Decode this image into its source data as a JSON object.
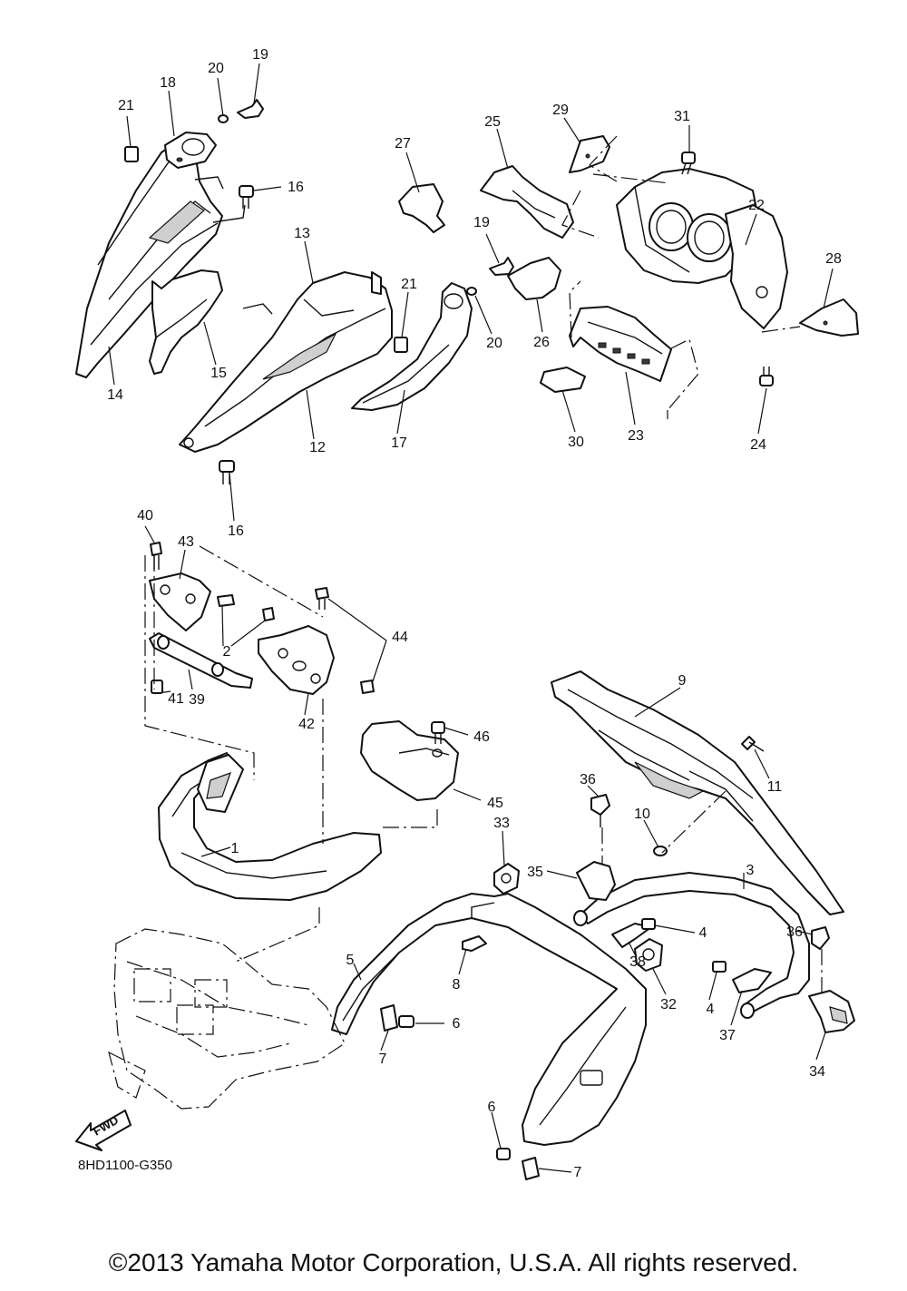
{
  "diagram": {
    "code": "8HD1100-G350",
    "fwd_label": "FWD",
    "callouts": [
      "1",
      "2",
      "3",
      "4",
      "4",
      "5",
      "6",
      "6",
      "7",
      "7",
      "8",
      "9",
      "10",
      "11",
      "12",
      "13",
      "14",
      "15",
      "16",
      "16",
      "17",
      "18",
      "19",
      "19",
      "20",
      "20",
      "21",
      "21",
      "22",
      "23",
      "24",
      "25",
      "26",
      "27",
      "28",
      "29",
      "30",
      "31",
      "32",
      "33",
      "34",
      "35",
      "36",
      "36",
      "37",
      "38",
      "39",
      "40",
      "41",
      "42",
      "43",
      "44",
      "45",
      "46"
    ]
  },
  "footer": {
    "copyright": "©2013 Yamaha Motor Corporation, U.S.A. All rights reserved."
  }
}
